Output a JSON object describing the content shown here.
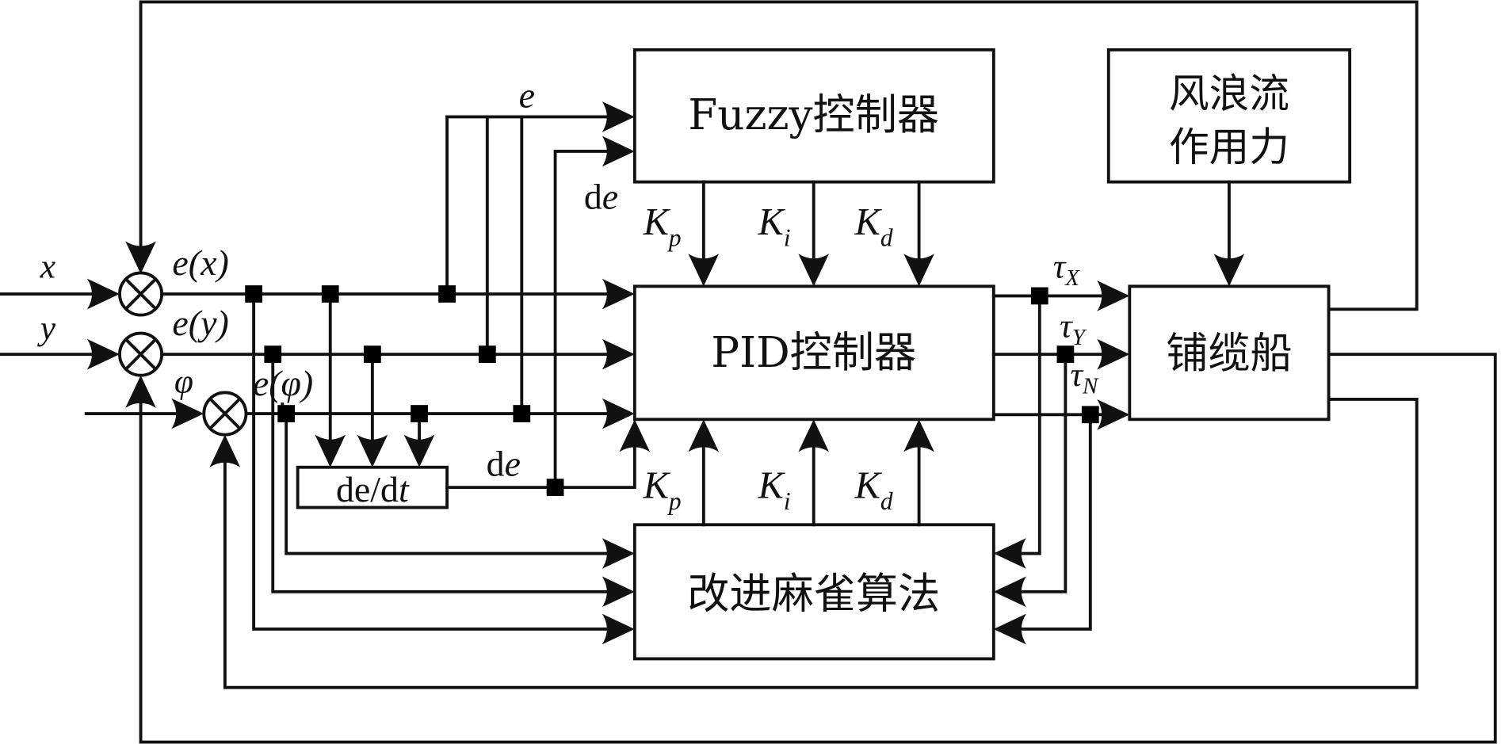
{
  "diagram": {
    "type": "control-block-diagram",
    "blocks": {
      "fuzzy": {
        "label": "Fuzzy控制器"
      },
      "pid": {
        "label": "PID控制器"
      },
      "algorithm": {
        "label": "改进麻雀算法"
      },
      "disturbance": {
        "line1": "风浪流",
        "line2": "作用力"
      },
      "ship": {
        "label": "铺缆船"
      },
      "derivative": {
        "label_d": "de/d",
        "label_t": "t"
      }
    },
    "inputs": {
      "x": "x",
      "y": "y",
      "phi": "φ"
    },
    "errors": {
      "ex": "e(x)",
      "ey": "e(y)",
      "ephi": "e(φ)"
    },
    "signals": {
      "e": "e",
      "de_top": {
        "d": "d",
        "e": "e"
      },
      "de_mid": {
        "d": "d",
        "e": "e"
      }
    },
    "gains_top": [
      {
        "K": "K",
        "sub": "p"
      },
      {
        "K": "K",
        "sub": "i"
      },
      {
        "K": "K",
        "sub": "d"
      }
    ],
    "gains_bottom": [
      {
        "K": "K",
        "sub": "p"
      },
      {
        "K": "K",
        "sub": "i"
      },
      {
        "K": "K",
        "sub": "d"
      }
    ],
    "forces": [
      {
        "tau": "τ",
        "sub": "X"
      },
      {
        "tau": "τ",
        "sub": "Y"
      },
      {
        "tau": "τ",
        "sub": "N"
      }
    ],
    "colors": {
      "stroke": "#111111",
      "background": "#ffffff"
    }
  }
}
